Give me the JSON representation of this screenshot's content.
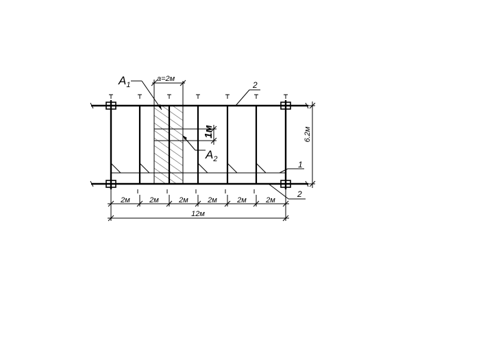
{
  "labels": {
    "area1_letter": "A",
    "area1_index": "1",
    "area2_letter": "A",
    "area2_index": "2",
    "spacing_label": "a=2м",
    "strip_width": "1м",
    "span_length": "6.2м",
    "bay_width": "2м",
    "total_length": "12м",
    "callout_1": "1",
    "callout_2_top": "2",
    "callout_2_bottom": "2"
  },
  "bays": [
    "2м",
    "2м",
    "2м",
    "2м",
    "2м",
    "2м"
  ],
  "colors": {
    "ink": "#000000",
    "background": "#ffffff"
  }
}
